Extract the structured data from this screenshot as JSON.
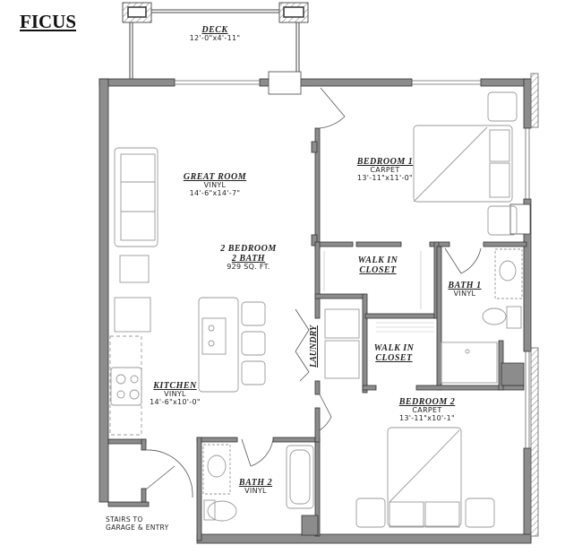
{
  "plan": {
    "title": "FICUS",
    "summary": {
      "bedrooms": "2 BEDROOM",
      "baths": "2 BATH",
      "area": "929 SQ. FT."
    },
    "rooms": {
      "deck": {
        "name": "DECK",
        "dims": "12'-0\"x4'-11\""
      },
      "great_room": {
        "name": "GREAT ROOM",
        "floor": "VINYL",
        "dims": "14'-6\"x14'-7\""
      },
      "bedroom1": {
        "name": "BEDROOM 1",
        "floor": "CARPET",
        "dims": "13'-11\"x11'-0\""
      },
      "walk_in_closet1": {
        "name_line1": "WALK IN",
        "name_line2": "CLOSET"
      },
      "walk_in_closet2": {
        "name_line1": "WALK IN",
        "name_line2": "CLOSET"
      },
      "bath1": {
        "name": "BATH 1",
        "floor": "VINYL"
      },
      "laundry": {
        "name": "LAUNDRY"
      },
      "kitchen": {
        "name": "KITCHEN",
        "floor": "VINYL",
        "dims": "14'-6\"x10'-0\""
      },
      "bedroom2": {
        "name": "BEDROOM 2",
        "floor": "CARPET",
        "dims": "13'-11\"x10'-1\""
      },
      "bath2": {
        "name": "BATH 2",
        "floor": "VINYL"
      }
    },
    "stairs_note": {
      "line1": "STAIRS TO",
      "line2": "GARAGE & ENTRY"
    },
    "colors": {
      "wall": "#8c8c8c",
      "wall_outline": "#333333",
      "fixture": "#9a9a9a",
      "text": "#222222"
    }
  }
}
